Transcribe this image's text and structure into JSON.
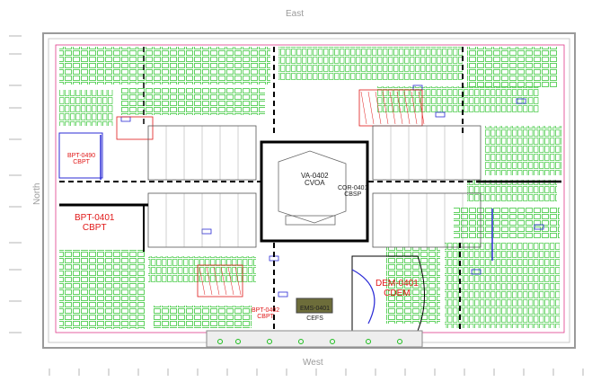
{
  "compass": {
    "top": "East",
    "bottom": "West",
    "left": "North"
  },
  "zones": [
    {
      "id": "BPT-0490",
      "code": "CBPT"
    },
    {
      "id": "BPT-0401",
      "code": "CBPT"
    },
    {
      "id": "VA-0402",
      "code": "CVOA"
    },
    {
      "id": "COR-0401",
      "code": "CBSP"
    },
    {
      "id": "DEM-0401",
      "code": "CDEM"
    },
    {
      "id": "BPT-0402",
      "code": "CBPT"
    },
    {
      "id": "EMS-0401",
      "code": "CEFS"
    }
  ],
  "colors": {
    "wall": "#000000",
    "furniture": "#1fbf1f",
    "partition": "#e03a8a",
    "annotation": "#e01818",
    "equipment": "#2b2bd6"
  }
}
